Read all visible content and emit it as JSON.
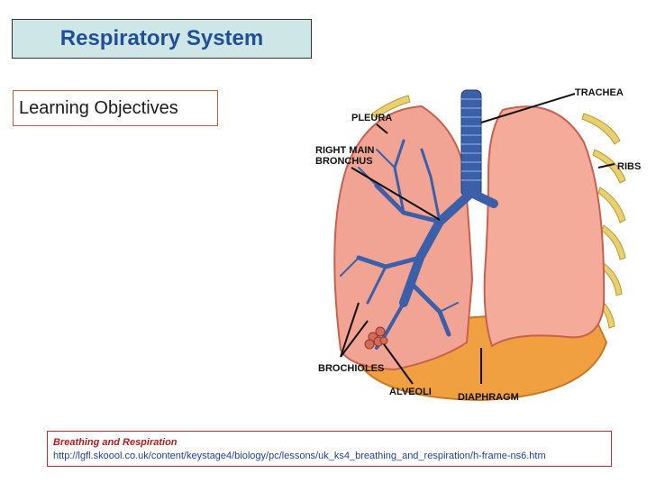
{
  "title": "Respiratory System",
  "objectives_label": "Learning Objectives",
  "diagram": {
    "labels": {
      "trachea": "TRACHEA",
      "pleura": "PLEURA",
      "right_main_bronchus_1": "RIGHT MAIN",
      "right_main_bronchus_2": "BRONCHUS",
      "ribs": "RIBS",
      "brochioles": "BROCHIOLES",
      "alveoli": "ALVEOLI",
      "diaphragm": "DIAPHRAGM"
    }
  },
  "reference": {
    "title": "Breathing and Respiration",
    "url": "http://lgfl.skoool.co.uk/content/keystage4/biology/pc/lessons/uk_ks4_breathing_and_respiration/h-frame-ns6.htm"
  },
  "colors": {
    "title_bg": "#cfe6e6",
    "title_text": "#1f4f9c",
    "lung": "#f2a494",
    "bronchi": "#3b5fa8",
    "diaphragm": "#f0a040",
    "ribs": "#e8d070"
  }
}
